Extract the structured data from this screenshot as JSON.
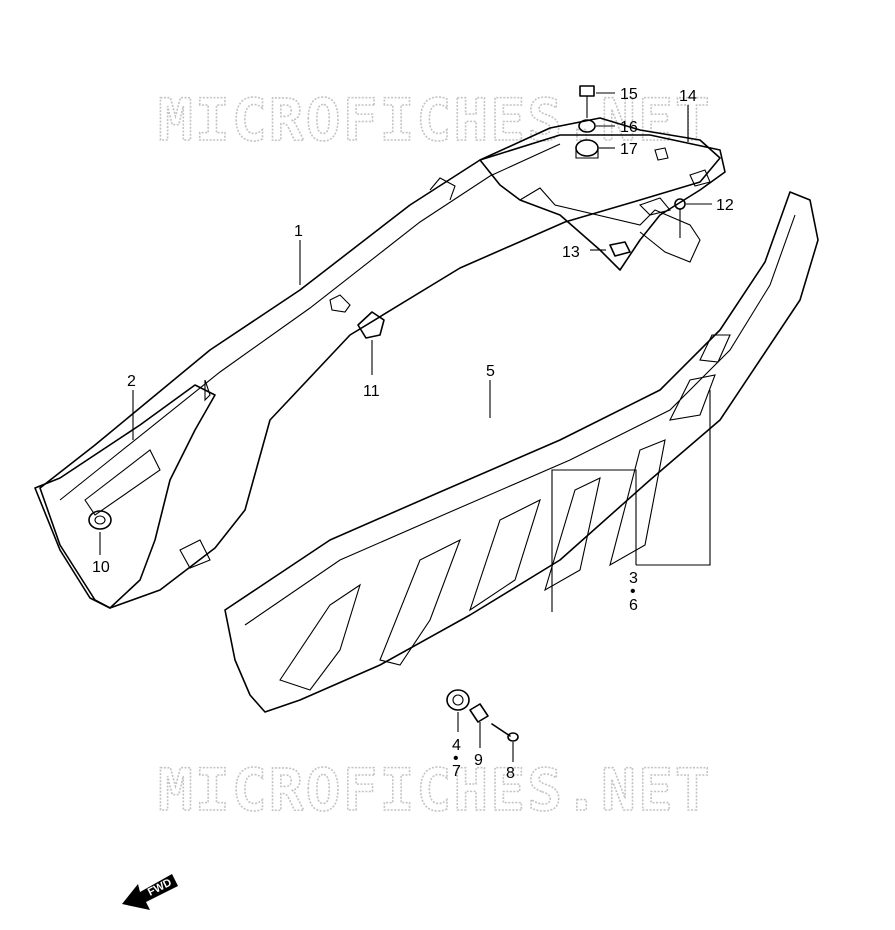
{
  "watermark": "MICROFICHES.NET",
  "fwd_label": "FWD",
  "callouts": [
    {
      "id": "c1",
      "label": "1"
    },
    {
      "id": "c2",
      "label": "2"
    },
    {
      "id": "c3",
      "label": "3"
    },
    {
      "id": "c3dot",
      "label": "•"
    },
    {
      "id": "c6",
      "label": "6"
    },
    {
      "id": "c4",
      "label": "4"
    },
    {
      "id": "c4dot",
      "label": "•"
    },
    {
      "id": "c7",
      "label": "7"
    },
    {
      "id": "c5",
      "label": "5"
    },
    {
      "id": "c8",
      "label": "8"
    },
    {
      "id": "c9",
      "label": "9"
    },
    {
      "id": "c10",
      "label": "10"
    },
    {
      "id": "c11",
      "label": "11"
    },
    {
      "id": "c12",
      "label": "12"
    },
    {
      "id": "c13",
      "label": "13"
    },
    {
      "id": "c14",
      "label": "14"
    },
    {
      "id": "c15",
      "label": "15"
    },
    {
      "id": "c16",
      "label": "16"
    },
    {
      "id": "c17",
      "label": "17"
    }
  ]
}
